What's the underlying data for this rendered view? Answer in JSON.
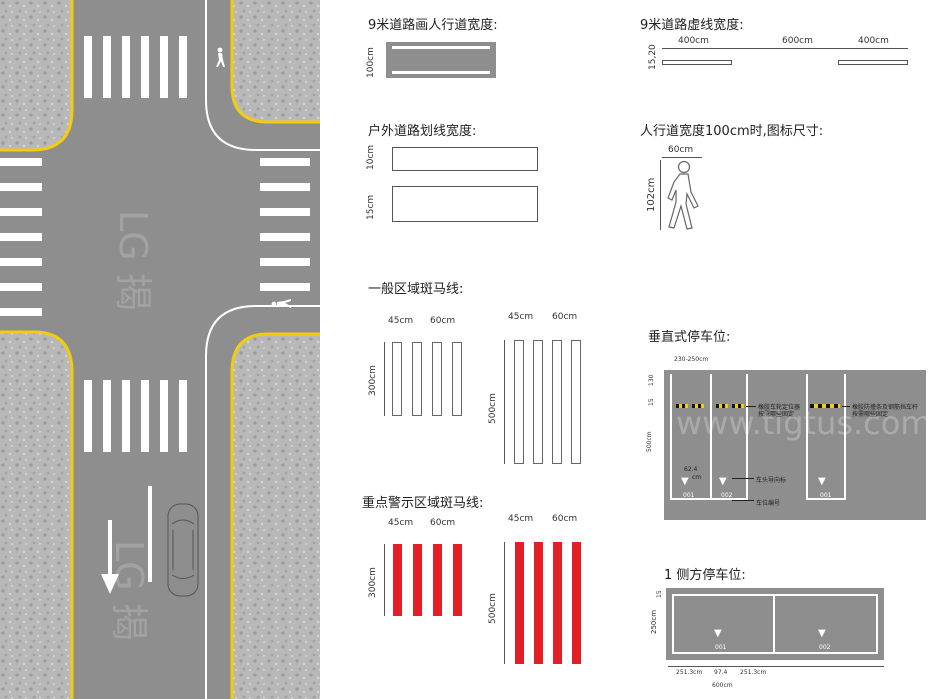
{
  "colors": {
    "asphalt": "#8e8e8e",
    "curb_yellow": "#f2cc0f",
    "marking_white": "#ffffff",
    "warning_red": "#e41e25",
    "sidewalk": "#b5b5b5"
  },
  "road_plan": {
    "icons": [
      "pedestrian-icon",
      "car-icon",
      "arrow-down-icon"
    ]
  },
  "sec_crosswalk_width": {
    "title": "9米道路画人行道宽度:",
    "dim_h": "100cm"
  },
  "sec_dashed_line": {
    "title": "9米道路虚线宽度:",
    "labels": [
      "400cm",
      "600cm",
      "400cm"
    ],
    "side": "15,20"
  },
  "sec_outdoor_line": {
    "title": "户外道路划线宽度:",
    "dims": [
      "10cm",
      "15cm"
    ]
  },
  "sec_icon_size": {
    "title": "人行道宽度100cm时,图标尺寸:",
    "w": "60cm",
    "h": "102cm"
  },
  "sec_general_zebra": {
    "title": "一般区域斑马线:",
    "small": {
      "w": "45cm",
      "gap": "60cm",
      "h": "300cm"
    },
    "large": {
      "w": "45cm",
      "gap": "60cm",
      "h": "500cm"
    }
  },
  "sec_warning_zebra": {
    "title": "重点警示区域斑马线:",
    "small": {
      "w": "45cm",
      "gap": "60cm",
      "h": "300cm"
    },
    "large": {
      "w": "45cm",
      "gap": "60cm",
      "h": "500cm"
    }
  },
  "sec_perp_parking": {
    "title": "垂直式停车位:",
    "top_dim": "230-250cm",
    "side_dims": [
      "130",
      "15"
    ],
    "height": "500cm",
    "notes": [
      "橡胶车轮定位器\n按需哪些固定",
      "车头导向标",
      "车位编号",
      "橡胶防撞条及钢筋挡车杆\n按需哪些固定"
    ],
    "dim_624": "62.4",
    "dim_cm": "cm",
    "spots": [
      "001",
      "002",
      "001"
    ]
  },
  "sec_side_parking": {
    "title": "1 侧方停车位:",
    "height": "250cm",
    "edge": "15",
    "bottom_dims": [
      "251.3cm",
      "97.4",
      "251.3cm"
    ],
    "total": "600cm",
    "spots": [
      "001",
      "002"
    ]
  },
  "watermark": "www.tigtus.com"
}
